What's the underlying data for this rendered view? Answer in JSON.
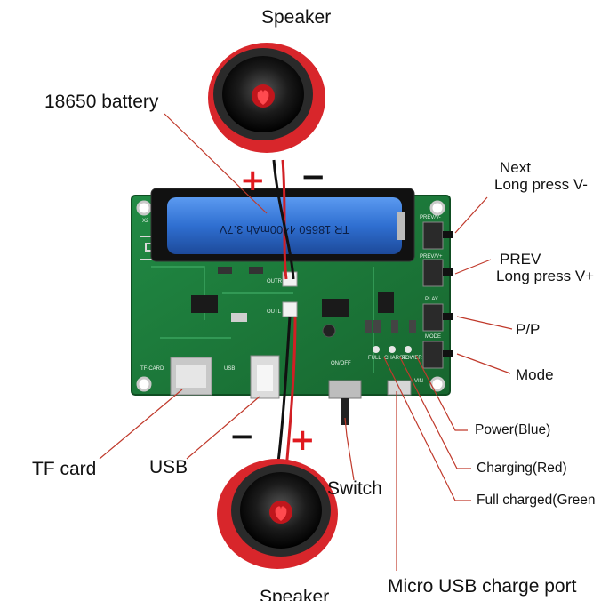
{
  "labels": {
    "speaker_top": "Speaker",
    "speaker_bottom": "Speaker",
    "battery": "18650 battery",
    "next_line1": "Next",
    "next_line2": "Long press V-",
    "prev_line1": "PREV",
    "prev_line2": "Long press V+",
    "pp": "P/P",
    "mode": "Mode",
    "power": "Power(Blue)",
    "charging": "Charging(Red)",
    "full_charged": "Full charged(Green",
    "tf_card": "TF card",
    "usb": "USB",
    "switch": "Switch",
    "micro_usb": "Micro USB charge port"
  },
  "battery_print": "TR 18650 4400mAh 3.7V",
  "polarity": {
    "plus": "+",
    "minus": "−"
  },
  "board_silkscreen": {
    "x2": "X2",
    "prev_v_minus": "PREV/V-",
    "prev_v_plus": "PREV/V+",
    "play": "PLAY",
    "mode": "MODE",
    "full": "FULL",
    "charge": "CHARGE",
    "power": "POWER",
    "tf_card": "TF-CARD",
    "usb": "USB",
    "on_off": "ON/OFF",
    "vin": "VIN",
    "out_r": "OUTR",
    "out_l": "OUTL"
  },
  "colors": {
    "pcb": "#1f7a3d",
    "battery": "#2f6fd1",
    "speaker_rim": "#d8262b",
    "leader": "#c0392b"
  }
}
